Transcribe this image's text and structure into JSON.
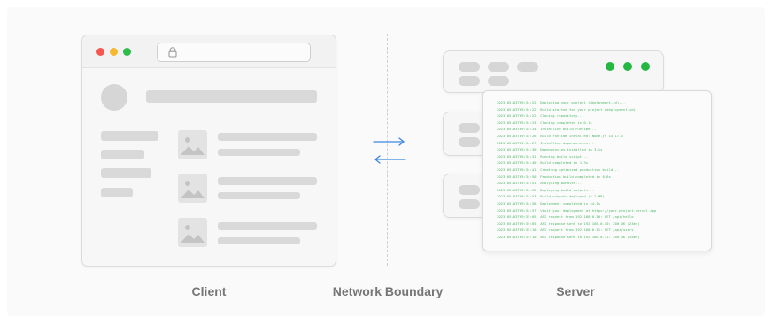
{
  "labels": {
    "client": "Client",
    "network_boundary": "Network Boundary",
    "server": "Server"
  },
  "colors": {
    "traffic_red": "#f4574f",
    "traffic_yellow": "#f7b82f",
    "traffic_green": "#2dbc4a",
    "server_dot_green": "#24b742",
    "arrow_blue": "#3d87e0",
    "log_green": "#52b86a"
  },
  "icons": {
    "lock": "lock-icon",
    "image": "image-icon",
    "arrows": "bidirectional-arrows-icon"
  },
  "log_lines": [
    "2023-05-03T09:34:22: Deploying your project (deployment-id)...",
    "2023-05-03T09:34:22: Build started for your project (deployment-id)",
    "2023-05-03T09:34:22: Cloning repository...",
    "2023-05-03T09:34:23: Cloning completed in 0.1s",
    "2023-05-03T09:34:24: Installing build runtime...",
    "2023-05-03T09:34:26: Build runtime installed: Node.js 14.17.3",
    "2023-05-03T09:34:27: Installing dependencies...",
    "2023-05-03T09:34:30: Dependencies installed in 3.1s",
    "2023-05-03T09:34:31: Running build script...",
    "2023-05-03T09:34:40: Build completed in 1.3s",
    "2023-05-03T09:34:41: Creating optimized production build...",
    "2023-05-03T09:34:50: Production build completed in 0.6s",
    "2023-05-03T09:34:51: Analyzing bundles...",
    "2023-05-03T09:34:52: Deploying build outputs...",
    "2023-05-03T09:34:53: Build outputs deployed (5.2 MB)",
    "2023-05-03T09:34:56: Deployment completed in 44.1s",
    "2023-05-03T09:34:57: Visit your deployment at https://your-project.vercel.app",
    "2023-05-03T09:35:05: API request from 192.168.0.10: GET /api/hello",
    "2023-05-03T09:35:05: API response sent to 192.168.0.10: 200 OK (23ms)",
    "2023-05-03T09:35:10: API request from 192.168.0.11: GET /api/users",
    "2023-05-03T09:35:10: API response sent to 192.168.0.11: 200 OK (35ms)"
  ]
}
